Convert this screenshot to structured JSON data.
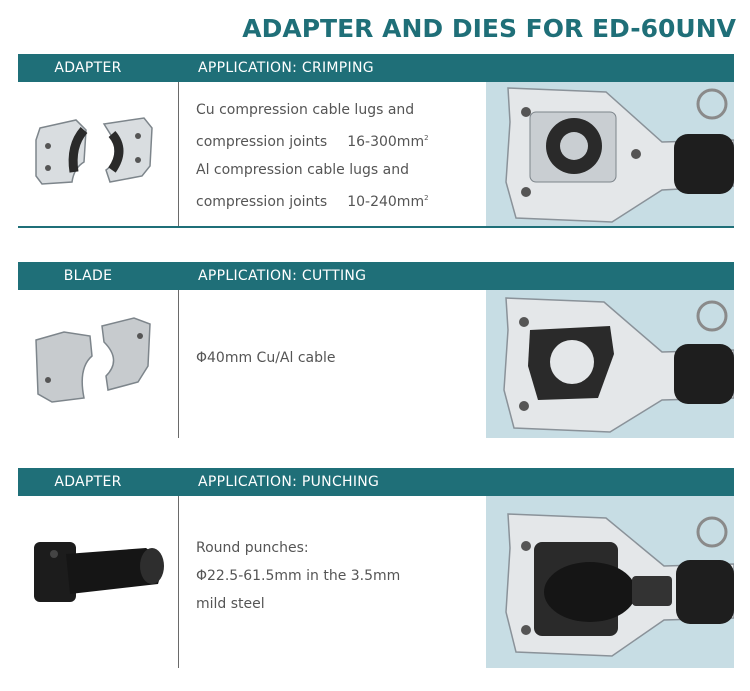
{
  "title": "ADAPTER AND DIES FOR ED-60UNV",
  "sections": [
    {
      "col1": "ADAPTER",
      "col2": "APPLICATION: CRIMPING",
      "lines": [
        {
          "text": "Cu compression cable lugs and",
          "value": ""
        },
        {
          "text": "compression joints",
          "value": "16-300mm",
          "sup": "2"
        },
        {
          "text": "Al compression cable lugs and",
          "value": ""
        },
        {
          "text": "compression joints",
          "value": "10-240mm",
          "sup": "2"
        }
      ]
    },
    {
      "col1": "BLADE",
      "col2": "APPLICATION: CUTTING",
      "lines": [
        {
          "text": "Φ40mm Cu/Al cable"
        }
      ]
    },
    {
      "col1": "ADAPTER",
      "col2": "APPLICATION: PUNCHING",
      "lines": [
        {
          "text": "Round punches:"
        },
        {
          "text": "Φ22.5-61.5mm in the 3.5mm"
        },
        {
          "text": "mild steel"
        }
      ]
    }
  ],
  "colors": {
    "accent": "#1f6f78",
    "photo_bg": "#c7dde4"
  },
  "icons": [
    "crimping-die-icon",
    "cutting-blade-icon",
    "punch-adapter-icon",
    "hydraulic-tool-icon"
  ]
}
